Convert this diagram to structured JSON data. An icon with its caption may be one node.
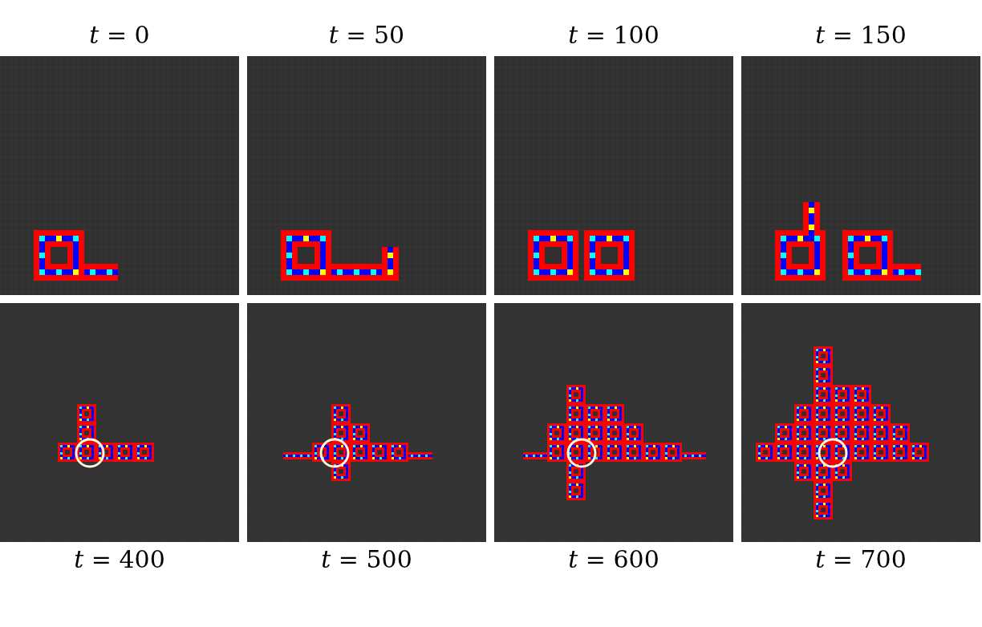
{
  "diagram": {
    "labels": [
      "*t* = 0",
      "*t* = 50",
      "*t* = 100",
      "*t* = 150",
      "*t* = 400",
      "*t* = 500",
      "*t* = 600",
      "*t* = 700"
    ]
  }
}
